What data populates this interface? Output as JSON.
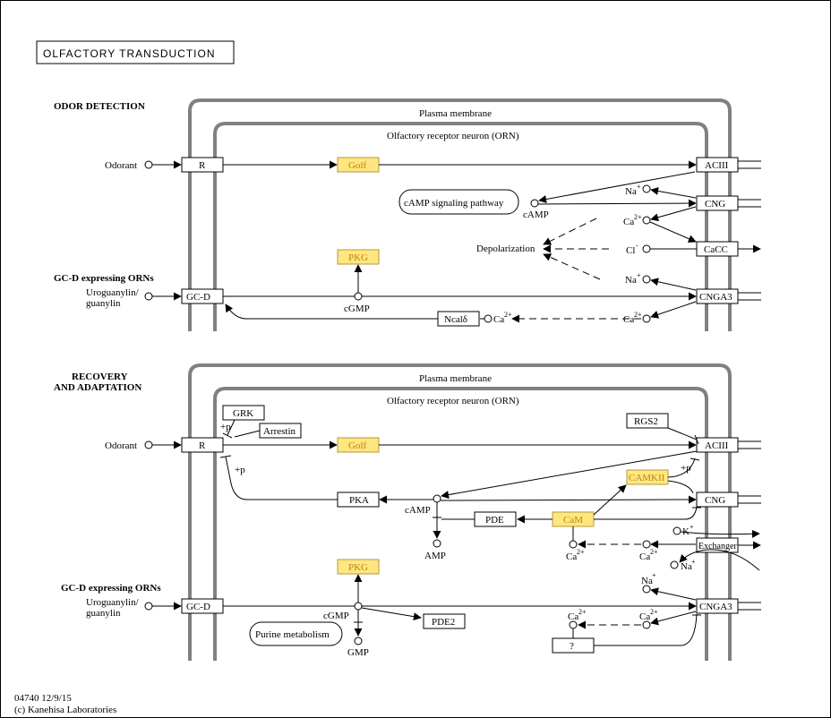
{
  "title": "OLFACTORY  TRANSDUCTION",
  "footer": {
    "id_date": "04740 12/9/15",
    "copyright": "(c) Kanehisa Laboratories"
  },
  "colors": {
    "highlight_fill": "#ffe680",
    "highlight_text": "#b8860b",
    "membrane": "#808080"
  },
  "top": {
    "section_label": "ODOR DETECTION",
    "gcd_label": "GC-D expressing ORNs",
    "plasma_membrane": "Plasma membrane",
    "orn": "Olfactory receptor neuron (ORN)",
    "odorant": "Odorant",
    "uroguanylin": "Uroguanylin/",
    "guanylin": "guanylin",
    "R": "R",
    "Golf": "Golf",
    "ACIII": "ACIII",
    "CNG": "CNG",
    "CaCC": "CaCC",
    "PKG": "PKG",
    "GCD": "GC-D",
    "CNGA3": "CNGA3",
    "Ncald": "Ncalδ",
    "camp_pathway": "cAMP signaling pathway",
    "cAMP": "cAMP",
    "cGMP": "cGMP",
    "depolarization": "Depolarization",
    "na1": "Na",
    "na1_sup": "+",
    "ca1": "Ca",
    "ca1_sup": "2+",
    "cl": "Cl",
    "cl_sup": "-",
    "na2": "Na",
    "na2_sup": "+",
    "ca2": "Ca",
    "ca2_sup": "2+",
    "ca3": "Ca",
    "ca3_sup": "2+"
  },
  "bottom": {
    "section_label_1": "RECOVERY",
    "section_label_2": "AND ADAPTATION",
    "gcd_label": "GC-D expressing ORNs",
    "plasma_membrane": "Plasma membrane",
    "orn": "Olfactory receptor neuron (ORN)",
    "odorant": "Odorant",
    "uroguanylin": "Uroguanylin/",
    "guanylin": "guanylin",
    "GRK": "GRK",
    "Arrestin": "Arrestin",
    "R": "R",
    "Golf": "Golf",
    "RGS2": "RGS2",
    "ACIII": "ACIII",
    "CAMKII": "CAMKII",
    "PKA": "PKA",
    "CNG": "CNG",
    "PDE": "PDE",
    "CaM": "CaM",
    "Exchanger": "Exchanger",
    "PKG": "PKG",
    "GCD": "GC-D",
    "PDE2": "PDE2",
    "CNGA3": "CNGA3",
    "unknown": "?",
    "purine": "Purine metabolism",
    "p1": "+p",
    "p2": "+p",
    "p3": "+p",
    "cAMP": "cAMP",
    "AMP": "AMP",
    "cGMP": "cGMP",
    "GMP": "GMP",
    "k": "K",
    "k_sup": "+",
    "ca_cam": "Ca",
    "ca_cam_sup": "2+",
    "ca_mid": "Ca",
    "ca_mid_sup": "2+",
    "na_ex": "Na",
    "na_ex_sup": "+",
    "na_cng": "Na",
    "na_cng_sup": "+",
    "ca_l": "Ca",
    "ca_l_sup": "2+",
    "ca_r": "Ca",
    "ca_r_sup": "2+"
  }
}
